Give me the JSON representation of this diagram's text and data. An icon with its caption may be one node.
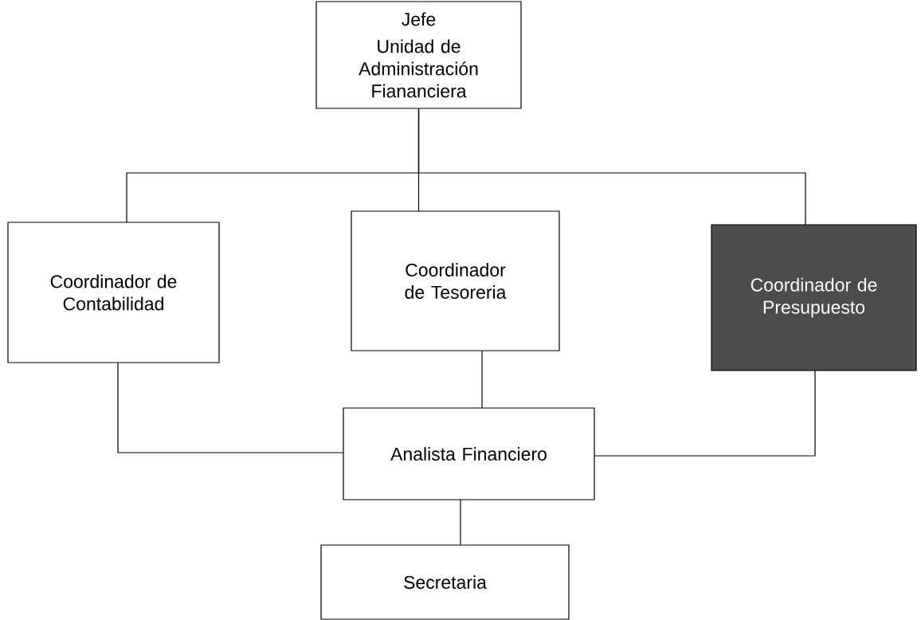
{
  "diagram": {
    "nodes": [
      {
        "text": [
          "Jefe",
          "Unidad de Administración Fiananciera"
        ]
      },
      {
        "text": [
          "Coordinador de Contabilidad"
        ]
      },
      {
        "text": [
          "Coordinador de Tesoreria"
        ]
      },
      {
        "text": [
          "Coordinador de Presupuesto"
        ]
      },
      {
        "text": [
          "Analista Financiero"
        ]
      },
      {
        "text": [
          "Secretaria"
        ]
      }
    ],
    "edges": [
      {
        "from": 0,
        "to": 1,
        "arrow": "none"
      },
      {
        "from": 0,
        "to": 2,
        "arrow": "none"
      },
      {
        "from": 0,
        "to": 3,
        "arrow": "none"
      },
      {
        "from": 2,
        "to": 4,
        "arrow": "none"
      },
      {
        "from": 1,
        "to": 4,
        "arrow": "none"
      },
      {
        "from": 3,
        "to": 4,
        "arrow": "none"
      },
      {
        "from": 4,
        "to": 5,
        "arrow": "none"
      }
    ]
  }
}
